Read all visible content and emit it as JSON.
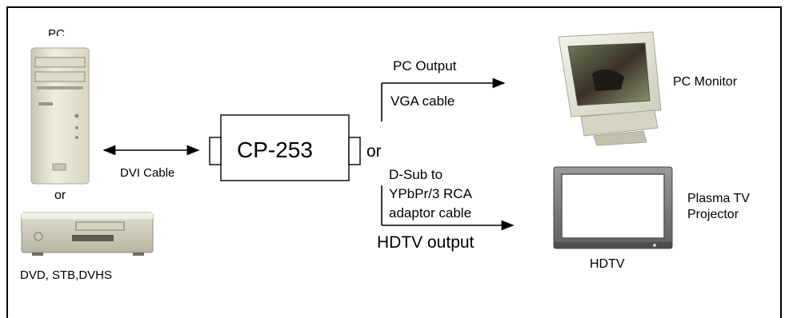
{
  "labels": {
    "pc": "PC",
    "or_left": "or",
    "dvd": "DVD, STB,DVHS",
    "dvi_cable": "DVI Cable",
    "device": "CP-253",
    "or_mid": "or",
    "pc_output": "PC Output",
    "vga_cable": "VGA cable",
    "pc_monitor": "PC Monitor",
    "dsub_line1": "D-Sub to",
    "dsub_line2": "YPbPr/3 RCA",
    "dsub_line3": "adaptor cable",
    "hdtv_output": "HDTV output",
    "plasma_line1": "Plasma TV",
    "plasma_line2": "Projector",
    "hdtv": "HDTV"
  }
}
